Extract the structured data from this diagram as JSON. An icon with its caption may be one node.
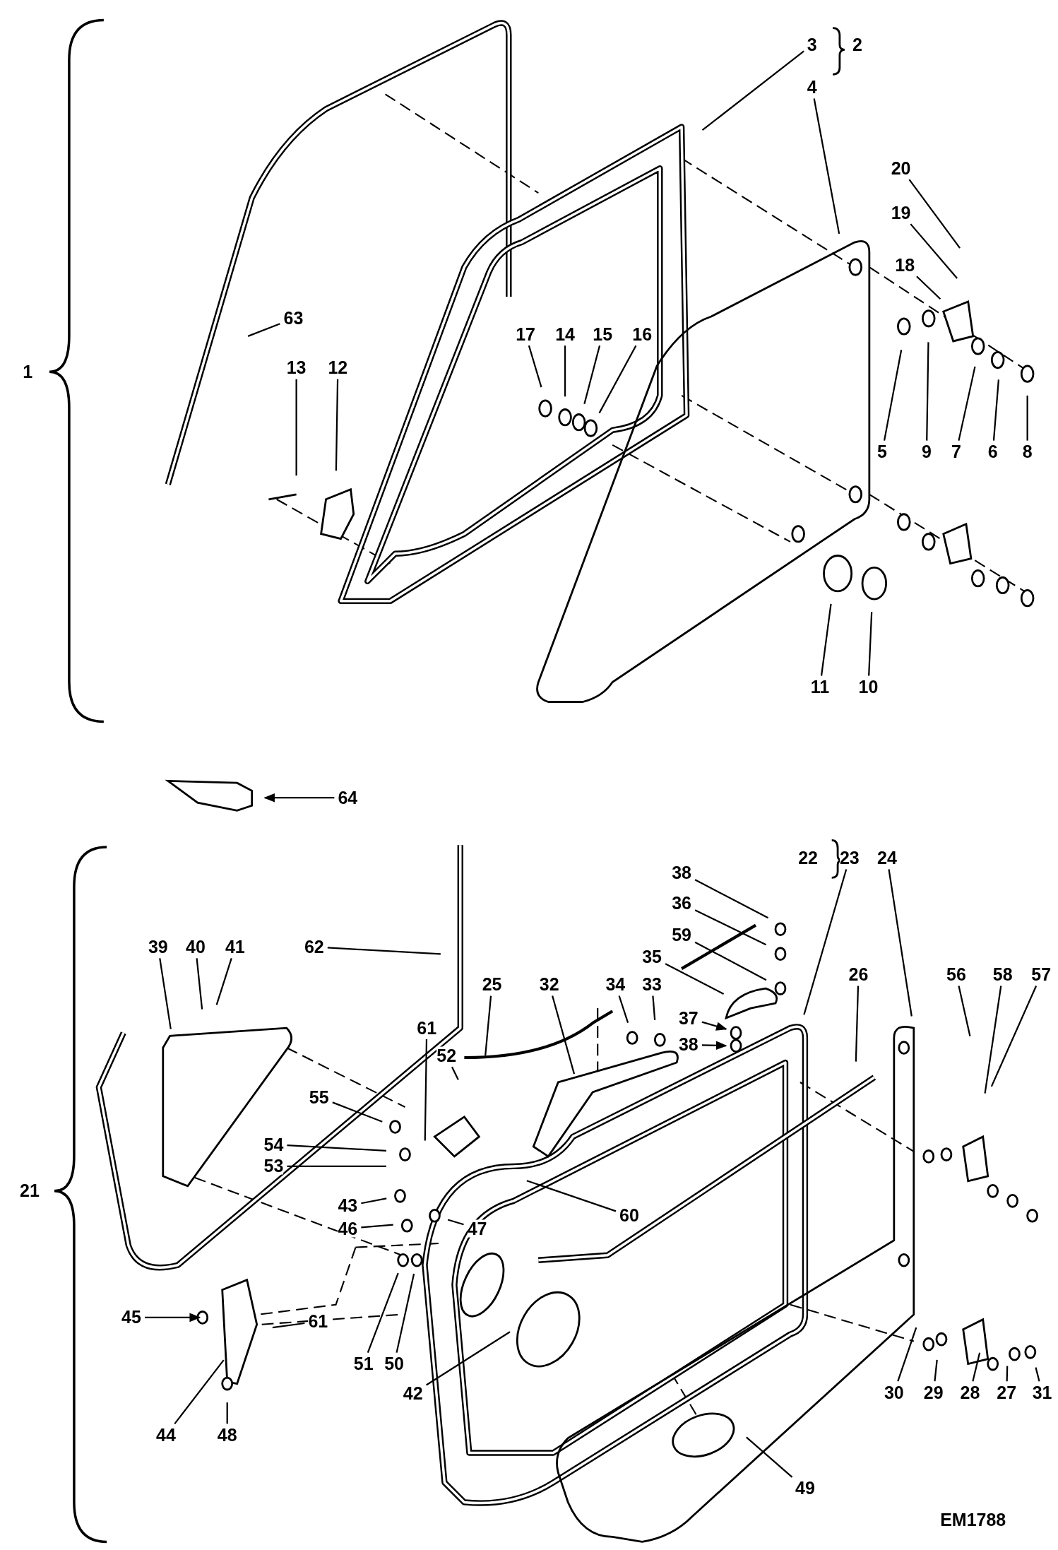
{
  "diagram": {
    "nodes": [
      {
        "text": [
          "3"
        ]
      },
      {
        "text": [
          "4"
        ]
      },
      {
        "text": [
          "20"
        ]
      },
      {
        "text": [
          "19"
        ]
      },
      {
        "text": [
          "18"
        ]
      },
      {
        "text": [
          "63"
        ]
      },
      {
        "text": [
          "17"
        ]
      },
      {
        "text": [
          "14"
        ]
      },
      {
        "text": [
          "15"
        ]
      },
      {
        "text": [
          "16"
        ]
      },
      {
        "text": [
          "13"
        ]
      },
      {
        "text": [
          "12"
        ]
      },
      {
        "text": [
          "5"
        ]
      },
      {
        "text": [
          "9"
        ]
      },
      {
        "text": [
          "7"
        ]
      },
      {
        "text": [
          "6"
        ]
      },
      {
        "text": [
          "8"
        ]
      },
      {
        "text": [
          "11"
        ]
      },
      {
        "text": [
          "10"
        ]
      },
      {
        "text": [
          "64"
        ]
      },
      {
        "text": [
          "23"
        ]
      },
      {
        "text": [
          "24"
        ]
      },
      {
        "text": [
          "38"
        ]
      },
      {
        "text": [
          "36"
        ]
      },
      {
        "text": [
          "59"
        ]
      },
      {
        "text": [
          "39"
        ]
      },
      {
        "text": [
          "40"
        ]
      },
      {
        "text": [
          "41"
        ]
      },
      {
        "text": [
          "62"
        ]
      },
      {
        "text": [
          "35"
        ]
      },
      {
        "text": [
          "56"
        ]
      },
      {
        "text": [
          "58"
        ]
      },
      {
        "text": [
          "57"
        ]
      },
      {
        "text": [
          "25"
        ]
      },
      {
        "text": [
          "32"
        ]
      },
      {
        "text": [
          "34"
        ]
      },
      {
        "text": [
          "33"
        ]
      },
      {
        "text": [
          "26"
        ]
      },
      {
        "text": [
          "37"
        ]
      },
      {
        "text": [
          "38"
        ]
      },
      {
        "text": [
          "61"
        ]
      },
      {
        "text": [
          "52"
        ]
      },
      {
        "text": [
          "55"
        ]
      },
      {
        "text": [
          "54"
        ]
      },
      {
        "text": [
          "53"
        ]
      },
      {
        "text": [
          "43"
        ]
      },
      {
        "text": [
          "60"
        ]
      },
      {
        "text": [
          "46"
        ]
      },
      {
        "text": [
          "47"
        ]
      },
      {
        "text": [
          "61"
        ]
      },
      {
        "text": [
          "45"
        ]
      },
      {
        "text": [
          "51"
        ]
      },
      {
        "text": [
          "50"
        ]
      },
      {
        "text": [
          "42"
        ]
      },
      {
        "text": [
          "30"
        ]
      },
      {
        "text": [
          "29"
        ]
      },
      {
        "text": [
          "28"
        ]
      },
      {
        "text": [
          "27"
        ]
      },
      {
        "text": [
          "31"
        ]
      },
      {
        "text": [
          "44"
        ]
      },
      {
        "text": [
          "48"
        ]
      },
      {
        "text": [
          "49"
        ]
      }
    ],
    "edges": [
      {
        "from": 0,
        "to": null,
        "arrow": "none"
      },
      {
        "from": 1,
        "to": null,
        "arrow": "none"
      },
      {
        "from": 2,
        "to": null,
        "arrow": "none"
      },
      {
        "from": 3,
        "to": null,
        "arrow": "none"
      },
      {
        "from": 4,
        "to": null,
        "arrow": "none"
      },
      {
        "from": 5,
        "to": null,
        "arrow": "none"
      },
      {
        "from": 6,
        "to": null,
        "arrow": "none"
      },
      {
        "from": 7,
        "to": null,
        "arrow": "none"
      },
      {
        "from": 8,
        "to": null,
        "arrow": "none"
      },
      {
        "from": 9,
        "to": null,
        "arrow": "none"
      },
      {
        "from": 10,
        "to": null,
        "arrow": "none"
      },
      {
        "from": 11,
        "to": null,
        "arrow": "none"
      },
      {
        "from": 12,
        "to": null,
        "arrow": "none"
      },
      {
        "from": 13,
        "to": null,
        "arrow": "none"
      },
      {
        "from": 14,
        "to": null,
        "arrow": "none"
      },
      {
        "from": 15,
        "to": null,
        "arrow": "none"
      },
      {
        "from": 16,
        "to": null,
        "arrow": "none"
      },
      {
        "from": 17,
        "to": null,
        "arrow": "none"
      },
      {
        "from": 18,
        "to": null,
        "arrow": "none"
      },
      {
        "from": 19,
        "to": null,
        "arrow": "to"
      },
      {
        "from": 20,
        "to": null,
        "arrow": "none"
      },
      {
        "from": 21,
        "to": null,
        "arrow": "none"
      },
      {
        "from": 22,
        "to": null,
        "arrow": "none"
      },
      {
        "from": 23,
        "to": null,
        "arrow": "none"
      },
      {
        "from": 24,
        "to": null,
        "arrow": "none"
      },
      {
        "from": 25,
        "to": null,
        "arrow": "none"
      },
      {
        "from": 26,
        "to": null,
        "arrow": "none"
      },
      {
        "from": 27,
        "to": null,
        "arrow": "none"
      },
      {
        "from": 28,
        "to": null,
        "arrow": "none"
      },
      {
        "from": 29,
        "to": null,
        "arrow": "none"
      },
      {
        "from": 30,
        "to": null,
        "arrow": "none"
      },
      {
        "from": 31,
        "to": null,
        "arrow": "none"
      },
      {
        "from": 32,
        "to": null,
        "arrow": "none"
      },
      {
        "from": 33,
        "to": null,
        "arrow": "none"
      },
      {
        "from": 34,
        "to": null,
        "arrow": "none"
      },
      {
        "from": 35,
        "to": null,
        "arrow": "none"
      },
      {
        "from": 36,
        "to": null,
        "arrow": "none"
      },
      {
        "from": 37,
        "to": null,
        "arrow": "none"
      },
      {
        "from": 38,
        "to": null,
        "arrow": "to"
      },
      {
        "from": 39,
        "to": null,
        "arrow": "to"
      },
      {
        "from": 40,
        "to": null,
        "arrow": "none"
      },
      {
        "from": 41,
        "to": null,
        "arrow": "none"
      },
      {
        "from": 42,
        "to": null,
        "arrow": "none"
      },
      {
        "from": 43,
        "to": null,
        "arrow": "none"
      },
      {
        "from": 44,
        "to": null,
        "arrow": "none"
      },
      {
        "from": 45,
        "to": null,
        "arrow": "none"
      },
      {
        "from": 46,
        "to": null,
        "arrow": "none"
      },
      {
        "from": 47,
        "to": null,
        "arrow": "none"
      },
      {
        "from": 48,
        "to": null,
        "arrow": "none"
      },
      {
        "from": 49,
        "to": null,
        "arrow": "none"
      },
      {
        "from": 50,
        "to": null,
        "arrow": "to"
      },
      {
        "from": 51,
        "to": null,
        "arrow": "none"
      },
      {
        "from": 52,
        "to": null,
        "arrow": "none"
      },
      {
        "from": 53,
        "to": null,
        "arrow": "none"
      },
      {
        "from": 54,
        "to": null,
        "arrow": "none"
      },
      {
        "from": 55,
        "to": null,
        "arrow": "none"
      },
      {
        "from": 56,
        "to": null,
        "arrow": "none"
      },
      {
        "from": 57,
        "to": null,
        "arrow": "none"
      },
      {
        "from": 58,
        "to": null,
        "arrow": "none"
      },
      {
        "from": 59,
        "to": null,
        "arrow": "none"
      },
      {
        "from": 60,
        "to": null,
        "arrow": "none"
      },
      {
        "from": 61,
        "to": null,
        "arrow": "none"
      }
    ],
    "labels": [
      "2",
      "1",
      "22",
      "21",
      "EM1788"
    ]
  }
}
